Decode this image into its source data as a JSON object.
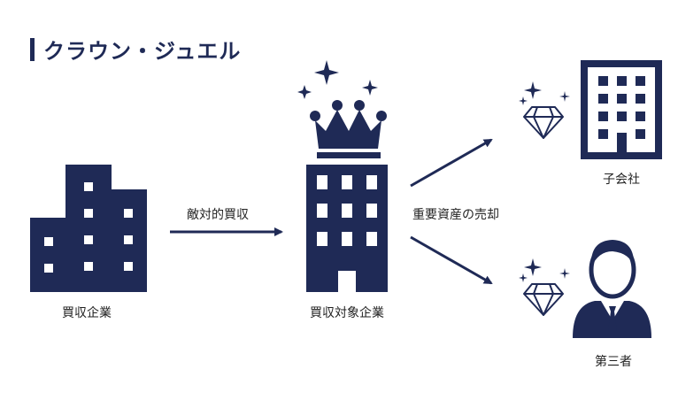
{
  "title": "クラウン・ジュエル",
  "labels": {
    "acquirer": "買収企業",
    "hostile": "敵対的買収",
    "target": "買収対象企業",
    "sale": "重要資産の売却",
    "subsidiary": "子会社",
    "third_party": "第三者"
  },
  "colors": {
    "navy": "#1f2a56",
    "text": "#222222",
    "background": "#ffffff"
  },
  "icons": [
    "building-icon",
    "crown-icon",
    "sparkle-icon",
    "diamond-icon",
    "office-building-icon",
    "person-icon",
    "arrow-icon"
  ]
}
